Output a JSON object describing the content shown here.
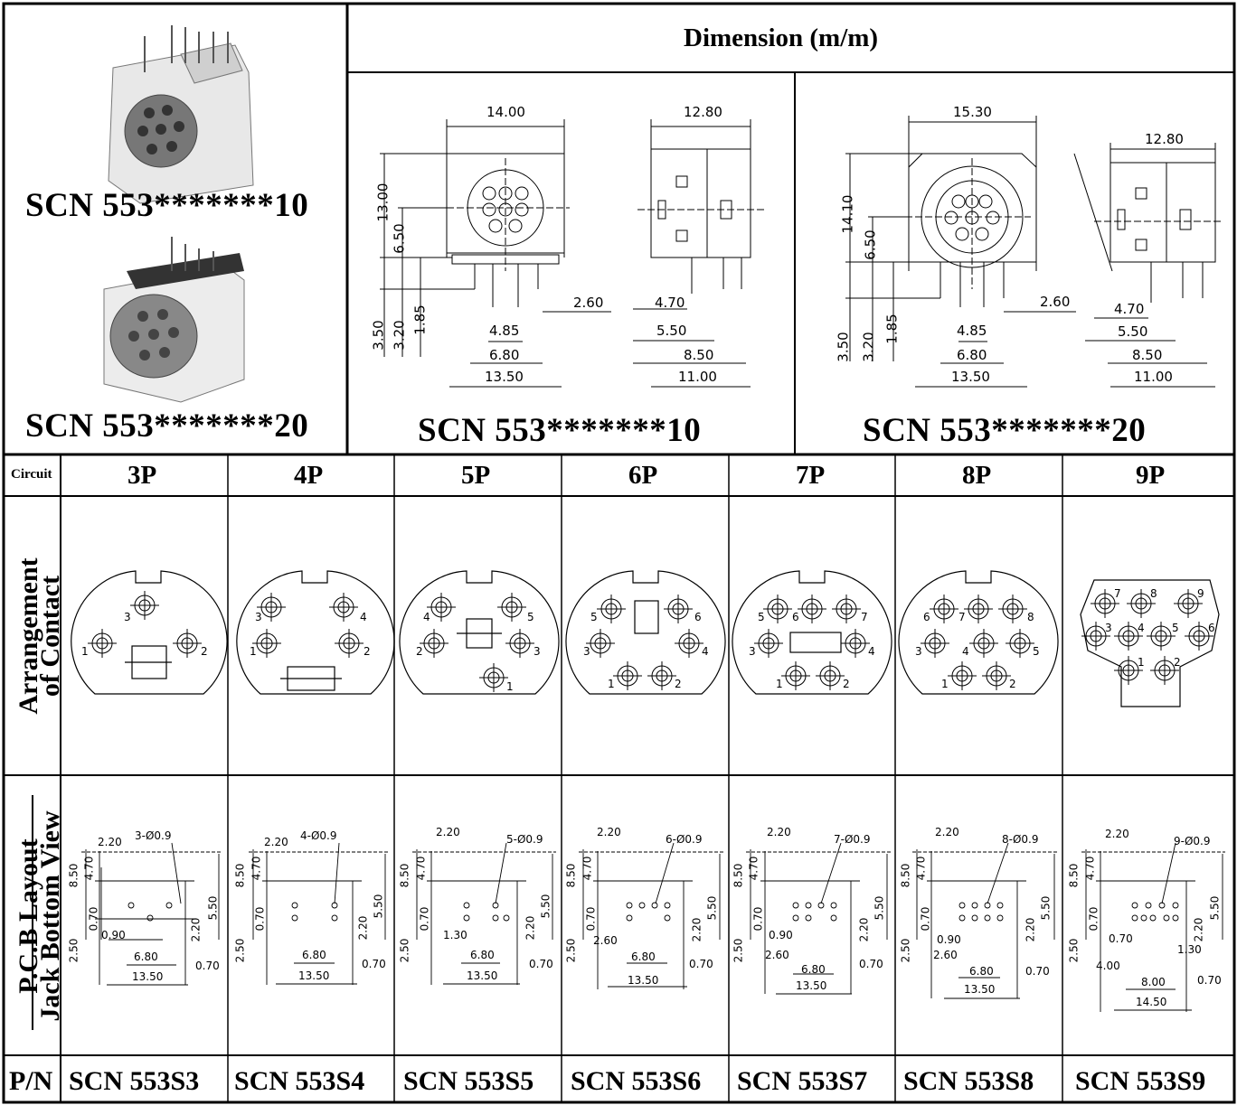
{
  "header": {
    "dimension_title": "Dimension (m/m)",
    "model_10": "SCN 553*******10",
    "model_20": "SCN 553*******20"
  },
  "drawing_10": {
    "width": "14.00",
    "side_width": "12.80",
    "height": "13.00",
    "center": "6.50",
    "h1": "3.50",
    "h2": "3.20",
    "h3": "1.85",
    "pin": "2.60",
    "d1": "4.85",
    "d2": "6.80",
    "d3": "13.50",
    "s1": "4.70",
    "s2": "5.50",
    "s3": "8.50",
    "s4": "11.00"
  },
  "drawing_20": {
    "width": "15.30",
    "side_width": "12.80",
    "height": "14.10",
    "center": "6.50",
    "h1": "3.50",
    "h2": "3.20",
    "h3": "1.85",
    "pin": "2.60",
    "d1": "4.85",
    "d2": "6.80",
    "d3": "13.50",
    "s1": "4.70",
    "s2": "5.50",
    "s3": "8.50",
    "s4": "11.00"
  },
  "table": {
    "circuit_label": "Circuit",
    "arrangement_label_1": "Arrangement",
    "arrangement_label_2": "of Contact",
    "pcb_label_1": "P.C.B Layout",
    "pcb_label_2": "Jack Bottom View",
    "pn_label": "P/N",
    "columns": [
      {
        "circuit": "3P",
        "pn": "SCN 553S3",
        "holes": "3-Ø0.9",
        "pins": [
          "1",
          "2",
          "3"
        ]
      },
      {
        "circuit": "4P",
        "pn": "SCN 553S4",
        "holes": "4-Ø0.9",
        "pins": [
          "1",
          "2",
          "3",
          "4"
        ]
      },
      {
        "circuit": "5P",
        "pn": "SCN 553S5",
        "holes": "5-Ø0.9",
        "pins": [
          "1",
          "2",
          "3",
          "4",
          "5"
        ]
      },
      {
        "circuit": "6P",
        "pn": "SCN 553S6",
        "holes": "6-Ø0.9",
        "pins": [
          "1",
          "2",
          "3",
          "4",
          "5",
          "6"
        ]
      },
      {
        "circuit": "7P",
        "pn": "SCN 553S7",
        "holes": "7-Ø0.9",
        "pins": [
          "1",
          "2",
          "3",
          "4",
          "5",
          "6",
          "7"
        ]
      },
      {
        "circuit": "8P",
        "pn": "SCN 553S8",
        "holes": "8-Ø0.9",
        "pins": [
          "1",
          "2",
          "3",
          "4",
          "5",
          "6",
          "7",
          "8"
        ]
      },
      {
        "circuit": "9P",
        "pn": "SCN 553S9",
        "holes": "9-Ø0.9",
        "pins": [
          "1",
          "2",
          "3",
          "4",
          "5",
          "6",
          "7",
          "8",
          "9"
        ]
      }
    ],
    "pcb_dims": {
      "a": "2.20",
      "b": "8.50",
      "c": "4.70",
      "d": "0.70",
      "e": "2.50",
      "f": "0.90",
      "g": "6.80",
      "h": "13.50",
      "i": "2.20",
      "j": "5.50",
      "k": "0.70",
      "l": "1.30",
      "m": "2.60",
      "n": "4.00",
      "o": "8.00",
      "p": "14.50"
    }
  }
}
